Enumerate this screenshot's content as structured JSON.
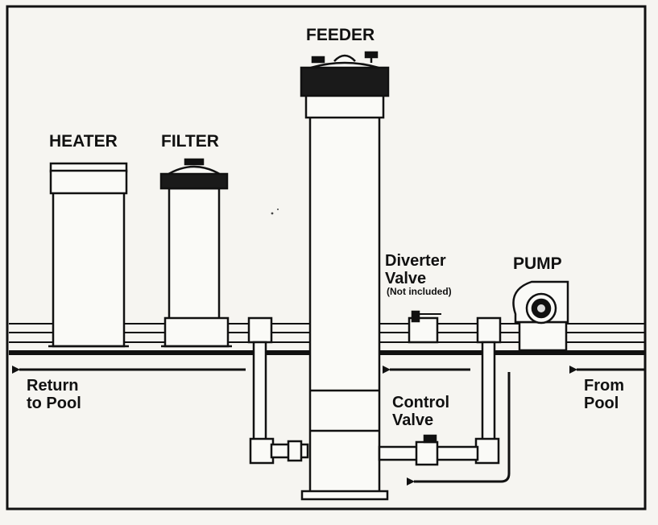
{
  "labels": {
    "feeder": "FEEDER",
    "heater": "HEATER",
    "filter": "FILTER",
    "pump": "PUMP",
    "diverter_line1": "Diverter",
    "diverter_line2": "Valve",
    "diverter_note": "(Not included)",
    "return_line1": "Return",
    "return_line2": "to Pool",
    "from_line1": "From",
    "from_line2": "Pool",
    "control_line1": "Control",
    "control_line2": "Valve"
  },
  "colors": {
    "ink": "#111111",
    "paper": "#f6f5f1",
    "fill_light": "#fafaf7",
    "fill_dark": "#1a1a1a"
  }
}
